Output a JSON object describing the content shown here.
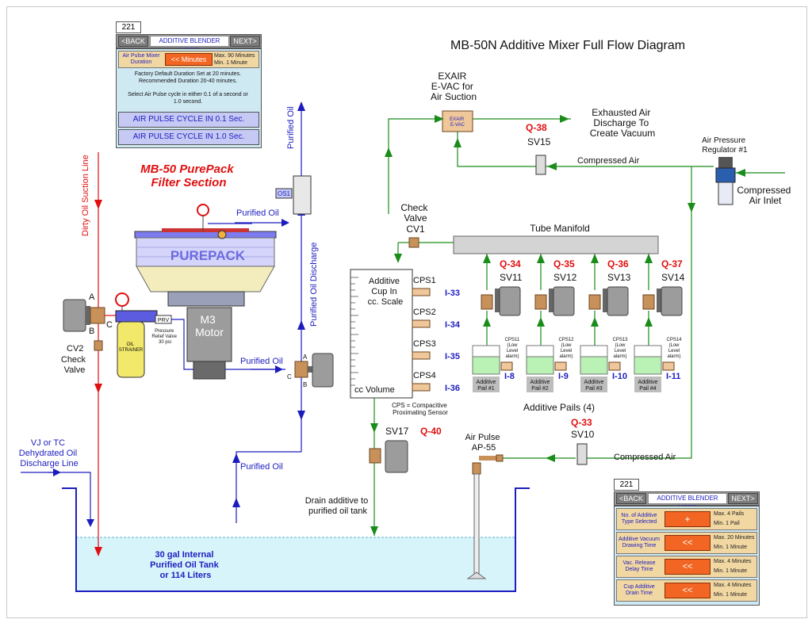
{
  "title": "MB-50N Additive Mixer Full Flow Diagram",
  "section_title": [
    "MB-50 PurePack",
    "Filter Section"
  ],
  "labels": {
    "dirty_oil": "Dirty Oil Suction Line",
    "purified_oil_top": "Purified Oil",
    "purified_oil_discharge": "Purified Oil Discharge",
    "purified_oil_1": "Purified Oil",
    "purified_oil_2": "Purified Oil",
    "purified_oil_3": "Purified Oil",
    "purepack": "PUREPACK",
    "m3": "M3",
    "motor": "Motor",
    "oil_strainer": [
      "OIL",
      "STRAINER"
    ],
    "prv": "PRV",
    "prv_desc": [
      "Pressure",
      "Relief Valve",
      "30 psi"
    ],
    "os1": "OS1",
    "a_left": "A",
    "b_left": "B",
    "c_left": "C",
    "a_right": "A",
    "b_right": "B",
    "c_right": "C",
    "cv2": "CV2",
    "check_valve_cv2": [
      "Check",
      "Valve"
    ],
    "vj_line": [
      "VJ or TC",
      "Dehydrated Oil",
      "Discharge Line"
    ],
    "tank": [
      "30 gal Internal",
      "Purified Oil Tank",
      "or 114 Liters"
    ],
    "exair": [
      "EXAIR",
      "E-VAC for",
      "Air Suction"
    ],
    "exair_small": [
      "EXAIR",
      "E-VAC"
    ],
    "exhausted": [
      "Exhausted Air",
      "Discharge To",
      "Create Vacuum"
    ],
    "q38": "Q-38",
    "sv15": "SV15",
    "compressed_air_top": "Compressed Air",
    "regulator": [
      "Air Pressure",
      "Regulator #1"
    ],
    "compressed_inlet": [
      "Compressed",
      "Air Inlet"
    ],
    "check_valve_cv1": [
      "Check",
      "Valve"
    ],
    "cv1": "CV1",
    "tube_manifold": "Tube Manifold",
    "additive_cup": [
      "Additive",
      "Cup In",
      "cc. Scale"
    ],
    "cc_volume": "cc Volume",
    "cps": [
      "CPS1",
      "CPS2",
      "CPS3",
      "CPS4"
    ],
    "inputs_cps": [
      "I-33",
      "I-34",
      "I-35",
      "I-36"
    ],
    "cps_note": [
      "CPS = Compacitive",
      "Proximating Sensor"
    ],
    "sv17": "SV17",
    "q40": "Q-40",
    "drain": [
      "Drain additive to",
      "purified oil tank"
    ],
    "air_pulse": [
      "Air Pulse",
      "AP-55"
    ],
    "q33": "Q-33",
    "sv10": "SV10",
    "compressed_air_bottom": "Compressed Air",
    "additive_pails": "Additive Pails (4)",
    "pails": [
      {
        "q": "Q-34",
        "sv": "SV11",
        "cps": [
          "CPS11",
          "(Low",
          "Level",
          "alarm)"
        ],
        "input": "I-8",
        "name": [
          "Additive",
          "Pail #1"
        ]
      },
      {
        "q": "Q-35",
        "sv": "SV12",
        "cps": [
          "CPS12",
          "(Low",
          "Level",
          "alarm)"
        ],
        "input": "I-9",
        "name": [
          "Additive",
          "Pail #2"
        ]
      },
      {
        "q": "Q-36",
        "sv": "SV13",
        "cps": [
          "CPS13",
          "(Low",
          "Level",
          "alarm)"
        ],
        "input": "I-10",
        "name": [
          "Additive",
          "Pail #3"
        ]
      },
      {
        "q": "Q-37",
        "sv": "SV14",
        "cps": [
          "CPS14",
          "(Low",
          "Level",
          "alarm)"
        ],
        "input": "I-11",
        "name": [
          "Additive",
          "Pail #4"
        ]
      }
    ]
  },
  "panel_top": {
    "number": "221",
    "back": "<BACK",
    "mode": "ADDITIVE BLENDER MODE",
    "next": "NEXT>",
    "row_label": [
      "Air Pulse Mixer",
      "Duration"
    ],
    "button": "<< Minutes",
    "range": [
      "Max.  90 Minutes",
      "Min.   1 Minute"
    ],
    "info": [
      "Factory Default Duration Set at 20 minutes.",
      "Recommended Duration 20-40 minutes.",
      "",
      "Select Air Pulse cycle in either 0.1 of a second or",
      "1.0 second."
    ],
    "cycle_01": "AIR PULSE CYCLE IN 0.1 Sec.",
    "cycle_10": "AIR PULSE CYCLE IN 1.0 Sec."
  },
  "panel_bottom": {
    "number": "221",
    "back": "<BACK",
    "mode": "ADDITIVE BLENDER MODE",
    "next": "NEXT>",
    "rows": [
      {
        "label": [
          "No. of Additive",
          "Type Selected"
        ],
        "button": "+",
        "max": "Max.  4 Pails",
        "min": "Min.  1 Pail"
      },
      {
        "label": [
          "Additive Vacuum",
          "Drawing Time"
        ],
        "button": "<<",
        "max": "Max.  20 Minutes",
        "min": "Min.  1 Minute"
      },
      {
        "label": [
          "Vac. Release",
          "Delay Time"
        ],
        "button": "<<",
        "max": "Max.  4 Minutes",
        "min": "Min.  1 Minute"
      },
      {
        "label": [
          "Cup Additive",
          "Drain Time"
        ],
        "button": "<<",
        "max": "Max.  4 Minutes",
        "min": "Min.  1 Minute"
      }
    ]
  },
  "colors": {
    "oil_line": "#1d1dbf",
    "air_line": "#1a8c1a",
    "dirty_line": "#e01010",
    "tank_fill": "#d8f4fb",
    "pail_fill": "#b9f2b4",
    "button": "#f26522"
  }
}
